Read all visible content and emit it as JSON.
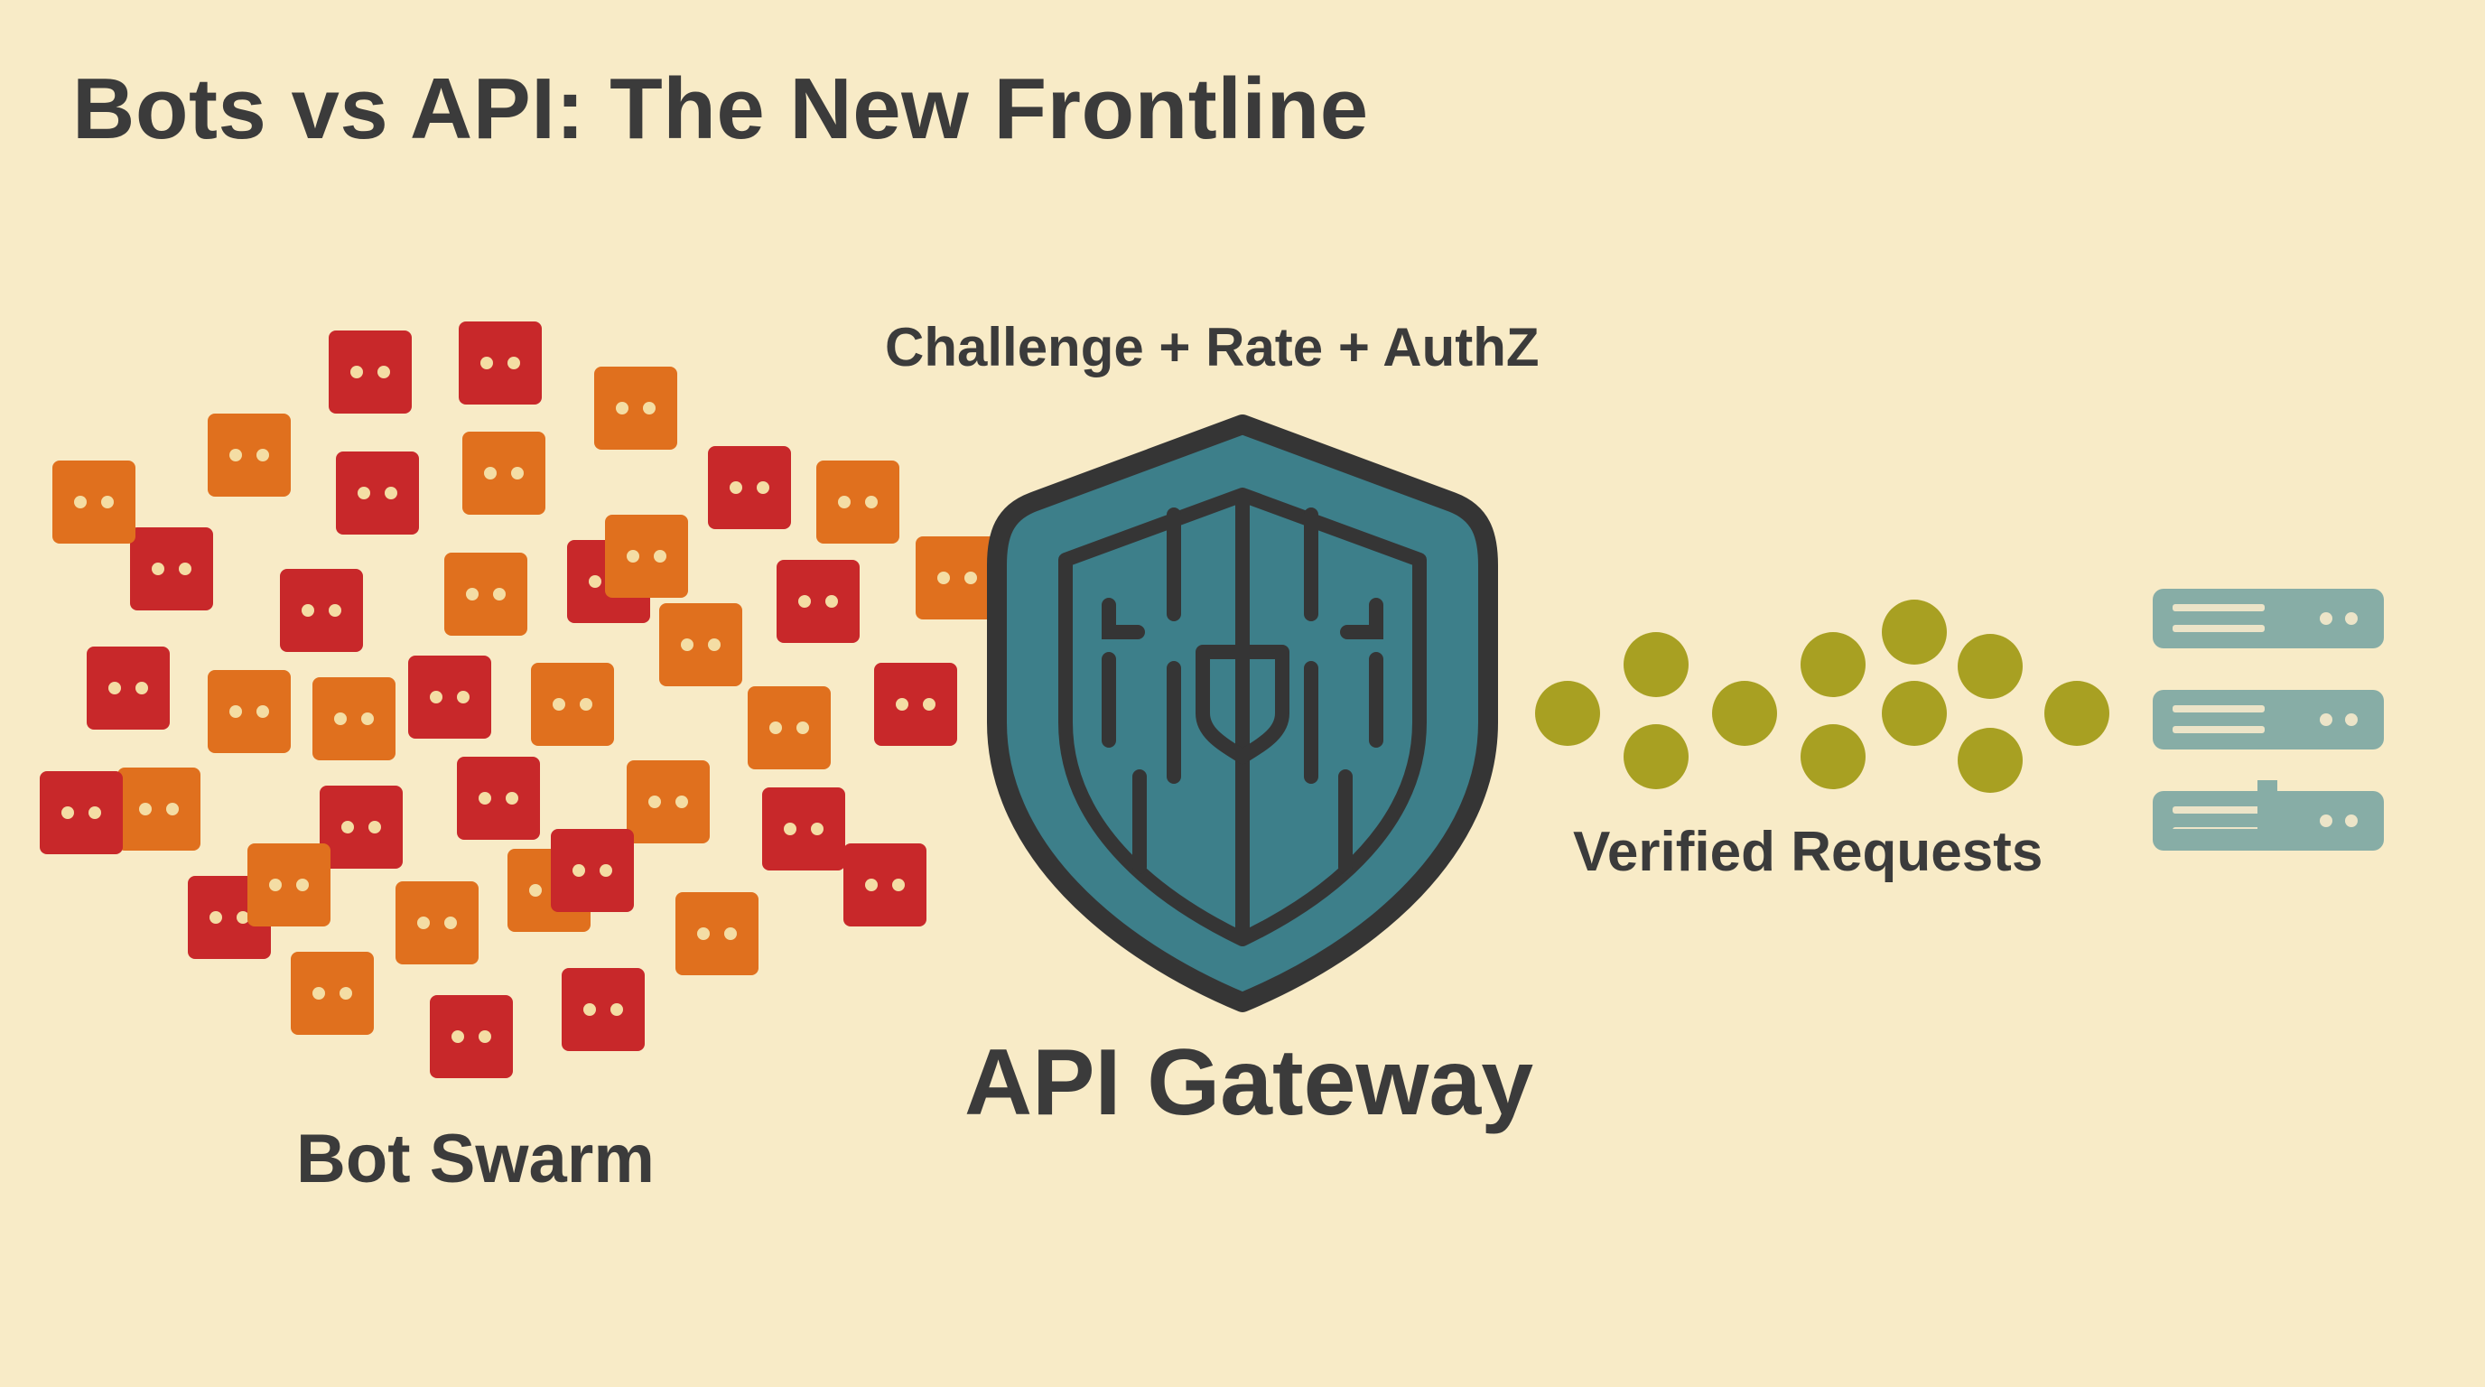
{
  "title": "Bots vs API: The New Frontline",
  "labels": {
    "checks": "Challenge + Rate + AuthZ",
    "gateway": "API Gateway",
    "verified": "Verified Requests",
    "swarm": "Bot Swarm"
  },
  "colors": {
    "background": "#f8ebc7",
    "text": "#3b3b3b",
    "bot_red": "#c8282a",
    "bot_orange": "#e0701e",
    "bot_eyes": "#f4dda4",
    "shield_fill": "#3d7f8a",
    "shield_outline": "#353535",
    "request_dot": "#a8a022",
    "server": "#87ada6",
    "server_detail": "#ece4c8"
  },
  "icons": {
    "bots": "robot-face-icon",
    "gateway": "shield-icon",
    "requests": "request-dot-icon",
    "destination": "server-icon"
  },
  "diagram": {
    "bot_count": 40,
    "verified_request_count": 11,
    "server_units": 3
  }
}
